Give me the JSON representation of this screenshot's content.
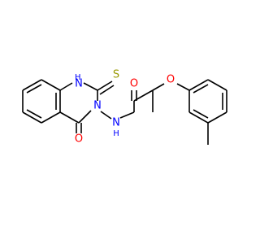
{
  "colors": {
    "bond": "#000000",
    "N": "#0000ff",
    "O": "#ff0000",
    "S": "#999900",
    "background": "#ffffff"
  },
  "atoms": {
    "n1_h": "H",
    "n1": "N",
    "s": "S",
    "n3": "N",
    "o_ketone": "O",
    "nh_n": "N",
    "nh_h": "H",
    "o_amide": "O",
    "o_ether": "O"
  }
}
